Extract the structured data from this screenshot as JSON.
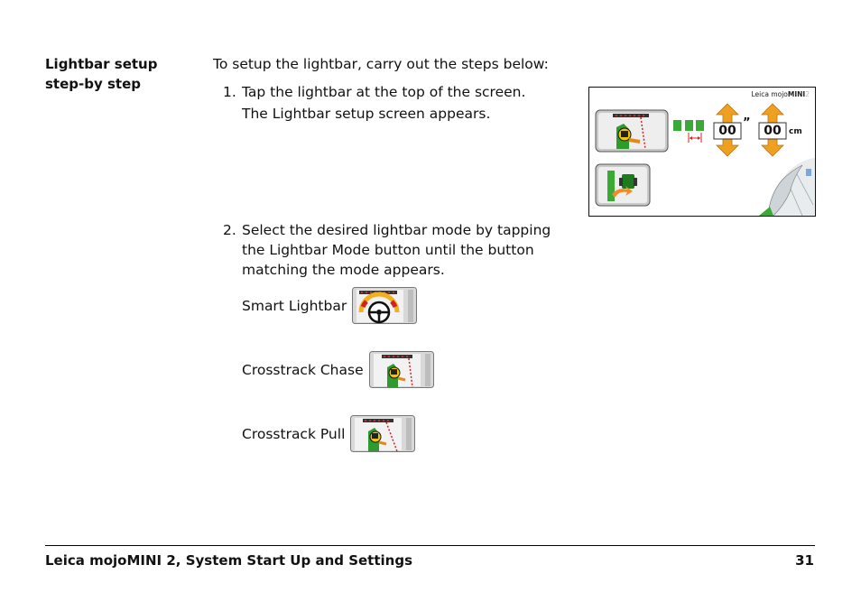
{
  "section": {
    "heading_line1": "Lightbar setup",
    "heading_line2": "step-by step"
  },
  "intro": "To setup the lightbar, carry out the steps below:",
  "steps": [
    {
      "number": "1.",
      "text": "Tap the lightbar at the top of the screen.",
      "result": "The Lightbar setup screen appears."
    },
    {
      "number": "2.",
      "text_line1": "Select the desired lightbar mode by tapping",
      "text_line2": "the Lightbar Mode button until the button",
      "text_line3": "matching the mode appears."
    }
  ],
  "modes": [
    {
      "label": "Smart Lightbar",
      "icon": "steering-wheel-icon"
    },
    {
      "label": "Crosstrack Chase",
      "icon": "crosstrack-chase-icon"
    },
    {
      "label": "Crosstrack Pull",
      "icon": "crosstrack-pull-icon"
    }
  ],
  "screen": {
    "brand_prefix": "Leica ",
    "brand_mojo": "mojo",
    "brand_mini": "MINI",
    "brand_two": "2",
    "value_in": "00",
    "unit_in": "”",
    "value_cm": "00",
    "unit_cm": "cm"
  },
  "footer": {
    "title": "Leica mojoMINI 2, System Start Up and Settings",
    "page": "31"
  },
  "colors": {
    "green": "#3aa935",
    "orange": "#f0a020",
    "red": "#d42020",
    "button_gray": "#d8d8d8"
  }
}
